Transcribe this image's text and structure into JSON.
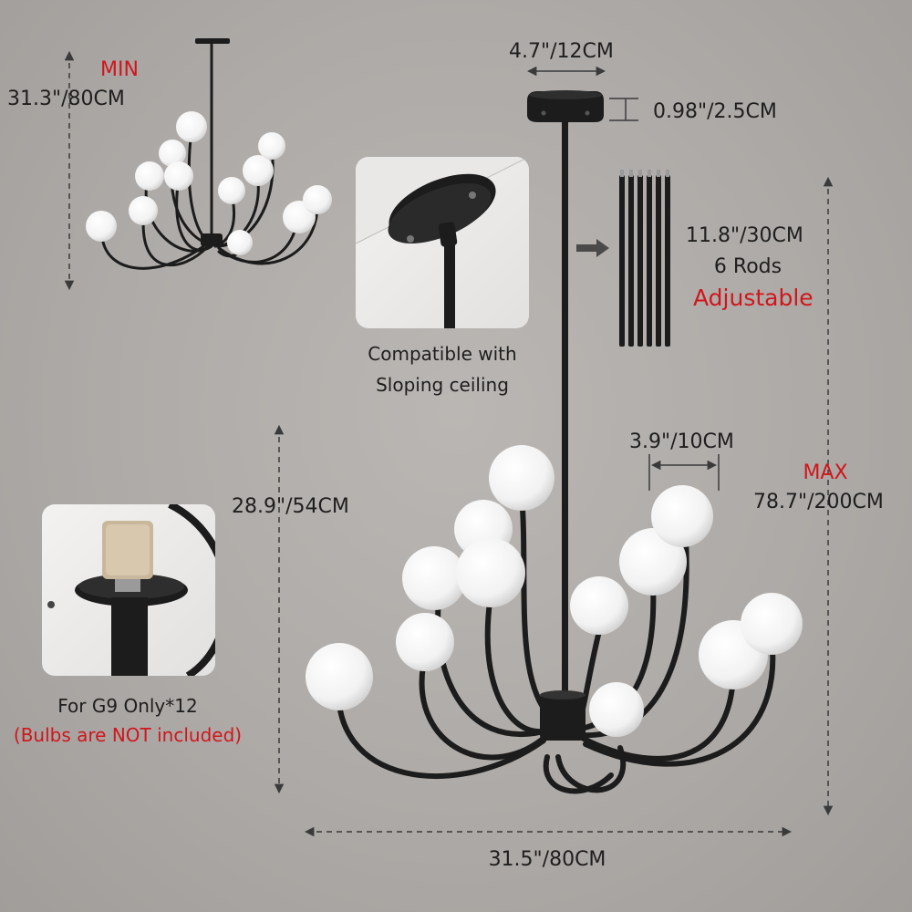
{
  "min": {
    "title": "MIN",
    "height": "31.3\"/80CM"
  },
  "canopy": {
    "diameter": "4.7\"/12CM",
    "thickness": "0.98\"/2.5CM"
  },
  "sloping": {
    "line1": "Compatible with",
    "line2": "Sloping ceiling"
  },
  "rods": {
    "length": "11.8\"/30CM",
    "count": "6 Rods",
    "adjustable": "Adjustable"
  },
  "body_height": "28.9\"/54CM",
  "globe_width": "3.9\"/10CM",
  "max": {
    "title": "MAX",
    "height": "78.7\"/200CM"
  },
  "bulb": {
    "type": "For G9 Only*12",
    "note": "(Bulbs are NOT included)"
  },
  "width": "31.5\"/80CM",
  "colors": {
    "accent": "#d0161c",
    "metal": "#1c1c1c",
    "globe": "#f7f7f7"
  }
}
